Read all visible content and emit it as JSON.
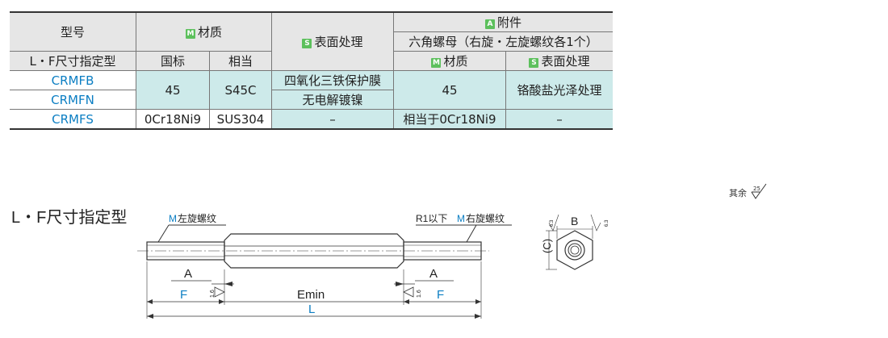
{
  "table": {
    "h_model": "型号",
    "h_material_badge": "M",
    "h_material": "材质",
    "h_surface_badge": "S",
    "h_surface": "表面处理",
    "h_accessory_badge": "A",
    "h_accessory": "附件",
    "h_nut": "六角螺母（右旋・左旋螺纹各1个）",
    "h_type": "L・F尺寸指定型",
    "h_gb": "国标",
    "h_equiv": "相当",
    "h_nut_material": "材质",
    "h_nut_surface": "表面处理",
    "rows": [
      {
        "model": "CRMFB"
      },
      {
        "model": "CRMFN"
      },
      {
        "model": "CRMFS"
      }
    ],
    "mat_gb_12": "45",
    "mat_eq_12": "S45C",
    "surf_1": "四氧化三铁保护膜",
    "surf_2": "无电解镀镍",
    "nut_mat_12": "45",
    "nut_surf_12": "铬酸盐光泽处理",
    "mat_gb_3": "0Cr18Ni9",
    "mat_eq_3": "SUS304",
    "surf_3": "–",
    "nut_mat_3": "相当于0Cr18Ni9",
    "nut_surf_3": "–"
  },
  "roughness": {
    "prefix": "其余",
    "value": "25"
  },
  "drawing": {
    "title": "L・F尺寸指定型",
    "left_thread_m": "M",
    "left_thread": "左旋螺纹",
    "right_thread_prefix": "R1以下",
    "right_thread_m": "M",
    "right_thread": "右旋螺纹",
    "dim_A": "A",
    "dim_F": "F",
    "dim_Emin": "Emin",
    "dim_L": "L",
    "chamfer": "1.6",
    "end_B": "B",
    "end_C": "(C)",
    "end_rough": "6.3"
  },
  "colors": {
    "accent": "#0b7ec3",
    "cyan_cell": "#cdeaea",
    "header_cell": "#e6e6e6",
    "badge": "#5cc05c"
  }
}
